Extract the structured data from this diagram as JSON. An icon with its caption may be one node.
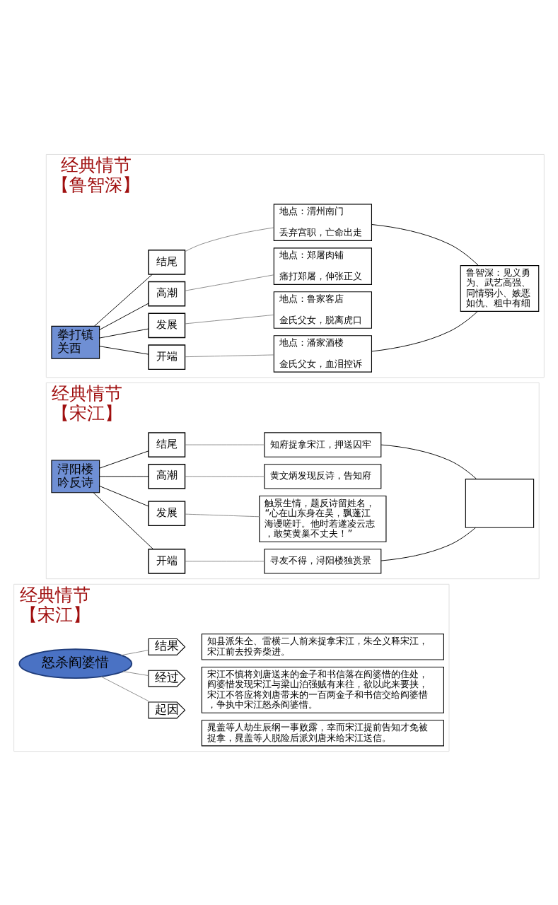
{
  "diagram": {
    "nodes": [
      {
        "text": [
          "经典情节",
          "【宋江】"
        ]
      },
      {
        "text": [
          "怒杀阎婆惜"
        ],
        "in": 0
      },
      {
        "text": [
          "起因"
        ],
        "in": 0
      },
      {
        "text": [
          "晁盖等人劫生辰纲一事败露，幸而宋江提前告知才免被捉拿，晁盖等人脱险后派刘唐来给宋江送信。"
        ],
        "in": 0
      },
      {
        "text": [
          "经过"
        ],
        "in": 0
      },
      {
        "text": [
          "宋江不慎将刘唐送来的金子和书信落在阎婆惜的住处，阎婆惜发现宋江与梁山泊强贼有来往，欲以此来要挟，宋江不答应将刘唐带来的一百两金子和书信交给阎婆惜，争执中宋江怒杀阎婆惜。"
        ],
        "in": 0
      },
      {
        "text": [
          "结果"
        ],
        "in": 0
      },
      {
        "text": [
          "知县派朱仝、雷横二人前来捉拿宋江，朱仝义释宋江，宋江前去投奔柴进。"
        ],
        "in": 0
      },
      {
        "text": [
          "经典情节",
          "【宋江】"
        ]
      },
      {
        "text": [
          "浔阳楼吟反诗"
        ],
        "in": 8
      },
      {
        "text": [
          "开端"
        ],
        "in": 8
      },
      {
        "text": [
          "寻友不得，浔阳楼独赏景"
        ],
        "in": 8
      },
      {
        "text": [
          "发展"
        ],
        "in": 8
      },
      {
        "text": [
          "触景生情，题反诗留姓名，“心在山东身在吴，飘蓬江海谩嗟吁。他时若遂凌云志，敢笑黄巢不丈夫！”"
        ],
        "in": 8
      },
      {
        "text": [
          "高潮"
        ],
        "in": 8
      },
      {
        "text": [
          "黄文炳发现反诗，告知府"
        ],
        "in": 8
      },
      {
        "text": [
          "结尾"
        ],
        "in": 8
      },
      {
        "text": [
          "知府捉拿宋江，押送囚牢"
        ],
        "in": 8
      },
      {
        "text": [],
        "shape": "box",
        "in": 8
      },
      {
        "text": [
          "经典情节",
          "【鲁智深】"
        ]
      },
      {
        "text": [
          "拳打镇关西"
        ],
        "in": 19
      },
      {
        "text": [
          "开端"
        ],
        "in": 19
      },
      {
        "text": [
          "地点：潘家酒楼",
          "金氏父女，血泪控诉"
        ],
        "in": 19
      },
      {
        "text": [
          "发展"
        ],
        "in": 19
      },
      {
        "text": [
          "地点：鲁家客店",
          "金氏父女，脱离虎口"
        ],
        "in": 19
      },
      {
        "text": [
          "高潮"
        ],
        "in": 19
      },
      {
        "text": [
          "地点：郑屠肉铺",
          "痛打郑屠，伸张正义"
        ],
        "in": 19
      },
      {
        "text": [
          "结尾"
        ],
        "in": 19
      },
      {
        "text": [
          "地点：渭州南门",
          "丢弃宫职，亡命出走"
        ],
        "in": 19
      },
      {
        "text": [
          "鲁智深：见义勇为、武艺高强、同情弱小、嫉恶如仇、粗中有细"
        ],
        "in": 19
      }
    ],
    "edges": [
      {
        "from": 1,
        "to": 2,
        "arrow": "none",
        "color": "#888888"
      },
      {
        "from": 1,
        "to": 4,
        "arrow": "none",
        "color": "#888888"
      },
      {
        "from": 1,
        "to": 6,
        "arrow": "none",
        "color": "#888888"
      },
      {
        "from": 9,
        "to": 10,
        "arrow": "none"
      },
      {
        "from": 9,
        "to": 12,
        "arrow": "none"
      },
      {
        "from": 9,
        "to": 14,
        "arrow": "none"
      },
      {
        "from": 9,
        "to": 16,
        "arrow": "none"
      },
      {
        "from": 10,
        "to": 11,
        "arrow": "none",
        "color": "#888888"
      },
      {
        "from": 12,
        "to": 13,
        "arrow": "none",
        "color": "#888888"
      },
      {
        "from": 14,
        "to": 15,
        "arrow": "none",
        "color": "#888888"
      },
      {
        "from": 16,
        "to": 17,
        "arrow": "none",
        "color": "#888888"
      },
      {
        "from": 11,
        "to": 18,
        "arrow": "none"
      },
      {
        "from": 17,
        "to": 18,
        "arrow": "none"
      },
      {
        "from": 20,
        "to": 21,
        "arrow": "none"
      },
      {
        "from": 20,
        "to": 23,
        "arrow": "none"
      },
      {
        "from": 20,
        "to": 25,
        "arrow": "none"
      },
      {
        "from": 20,
        "to": 27,
        "arrow": "none"
      },
      {
        "from": 21,
        "to": 22,
        "arrow": "none",
        "color": "#888888"
      },
      {
        "from": 23,
        "to": 24,
        "arrow": "none",
        "color": "#888888"
      },
      {
        "from": 25,
        "to": 26,
        "arrow": "none",
        "color": "#888888"
      },
      {
        "from": 27,
        "to": 28,
        "arrow": "none",
        "color": "#888888"
      },
      {
        "from": 22,
        "to": 29,
        "arrow": "none"
      },
      {
        "from": 28,
        "to": 29,
        "arrow": "none"
      }
    ]
  }
}
